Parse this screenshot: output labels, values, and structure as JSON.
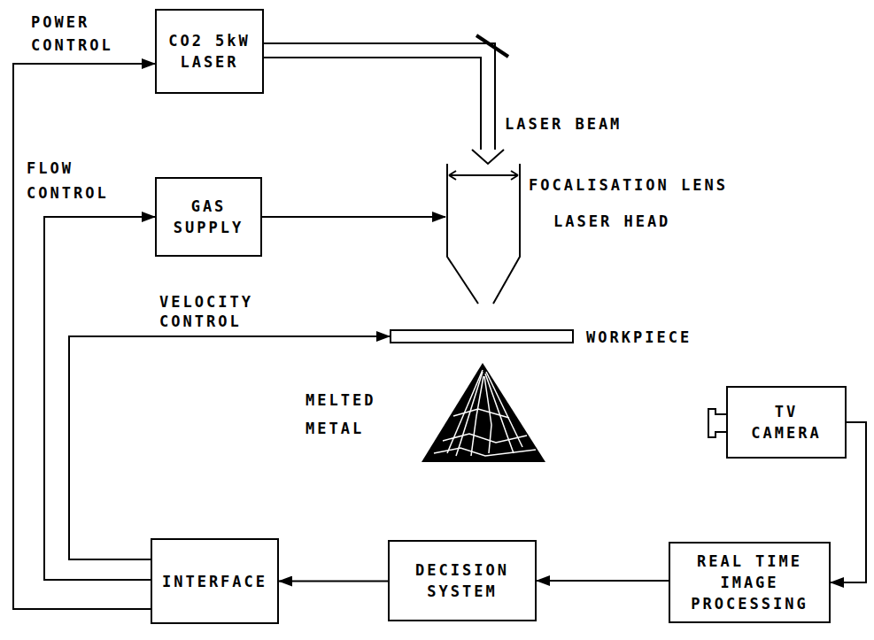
{
  "diagram": {
    "nodes": [
      {
        "text": [
          "CO2 5kW LASER"
        ]
      },
      {
        "text": [
          "GAS SUPPLY"
        ]
      },
      {
        "text": [
          "LASER HEAD"
        ]
      },
      {
        "text": [
          "WORKPIECE"
        ]
      },
      {
        "text": [
          "TV CAMERA"
        ]
      },
      {
        "text": [
          "INTERFACE"
        ]
      },
      {
        "text": [
          "DECISION SYSTEM"
        ]
      },
      {
        "text": [
          "REAL TIME IMAGE PROCESSING"
        ]
      }
    ],
    "edges": [
      {
        "from": 5,
        "to": 0,
        "label": "POWER CONTROL",
        "arrow": "to"
      },
      {
        "from": 5,
        "to": 1,
        "label": "FLOW CONTROL",
        "arrow": "to"
      },
      {
        "from": 5,
        "to": 3,
        "label": "VELOCITY CONTROL",
        "arrow": "to"
      },
      {
        "from": 0,
        "to": 2,
        "label": "LASER BEAM",
        "arrow": "to"
      },
      {
        "from": 1,
        "to": 2,
        "arrow": "to"
      },
      {
        "from": 4,
        "to": 7,
        "arrow": "to"
      },
      {
        "from": 7,
        "to": 6,
        "arrow": "to"
      },
      {
        "from": 6,
        "to": 5,
        "arrow": "to"
      }
    ],
    "labels": [
      "FOCALISATION LENS",
      "MELTED METAL"
    ]
  }
}
